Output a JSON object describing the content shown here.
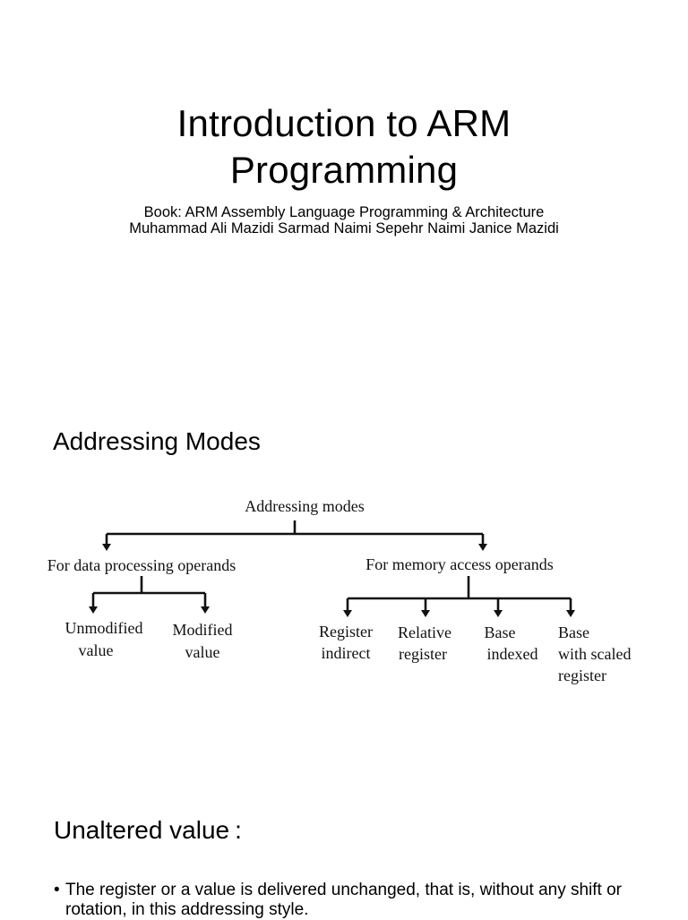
{
  "slide1": {
    "title_line1": "Introduction to ARM",
    "title_line2": "Programming",
    "subtitle_line1": "Book: ARM Assembly Language Programming & Architecture",
    "subtitle_line2": "Muhammad Ali Mazidi Sarmad Naimi Sepehr Naimi Janice Mazidi"
  },
  "slide2": {
    "heading": "Addressing Modes",
    "diagram": {
      "root": "Addressing modes",
      "left_branch": "For data processing operands",
      "right_branch": "For memory access operands",
      "left_leaves": [
        {
          "line1": "Unmodified",
          "line2": "value"
        },
        {
          "line1": "Modified",
          "line2": "value"
        }
      ],
      "right_leaves": [
        {
          "line1": "Register",
          "line2": "indirect",
          "line3": ""
        },
        {
          "line1": "Relative",
          "line2": "register",
          "line3": ""
        },
        {
          "line1": "Base",
          "line2": "indexed",
          "line3": ""
        },
        {
          "line1": "Base",
          "line2": "with scaled",
          "line3": "register"
        }
      ]
    }
  },
  "slide3": {
    "heading": "Unaltered value",
    "colon": ":",
    "bullet_symbol": "•",
    "bullet_text": "The register or a value is delivered unchanged, that is, without any shift or rotation, in this addressing style."
  }
}
